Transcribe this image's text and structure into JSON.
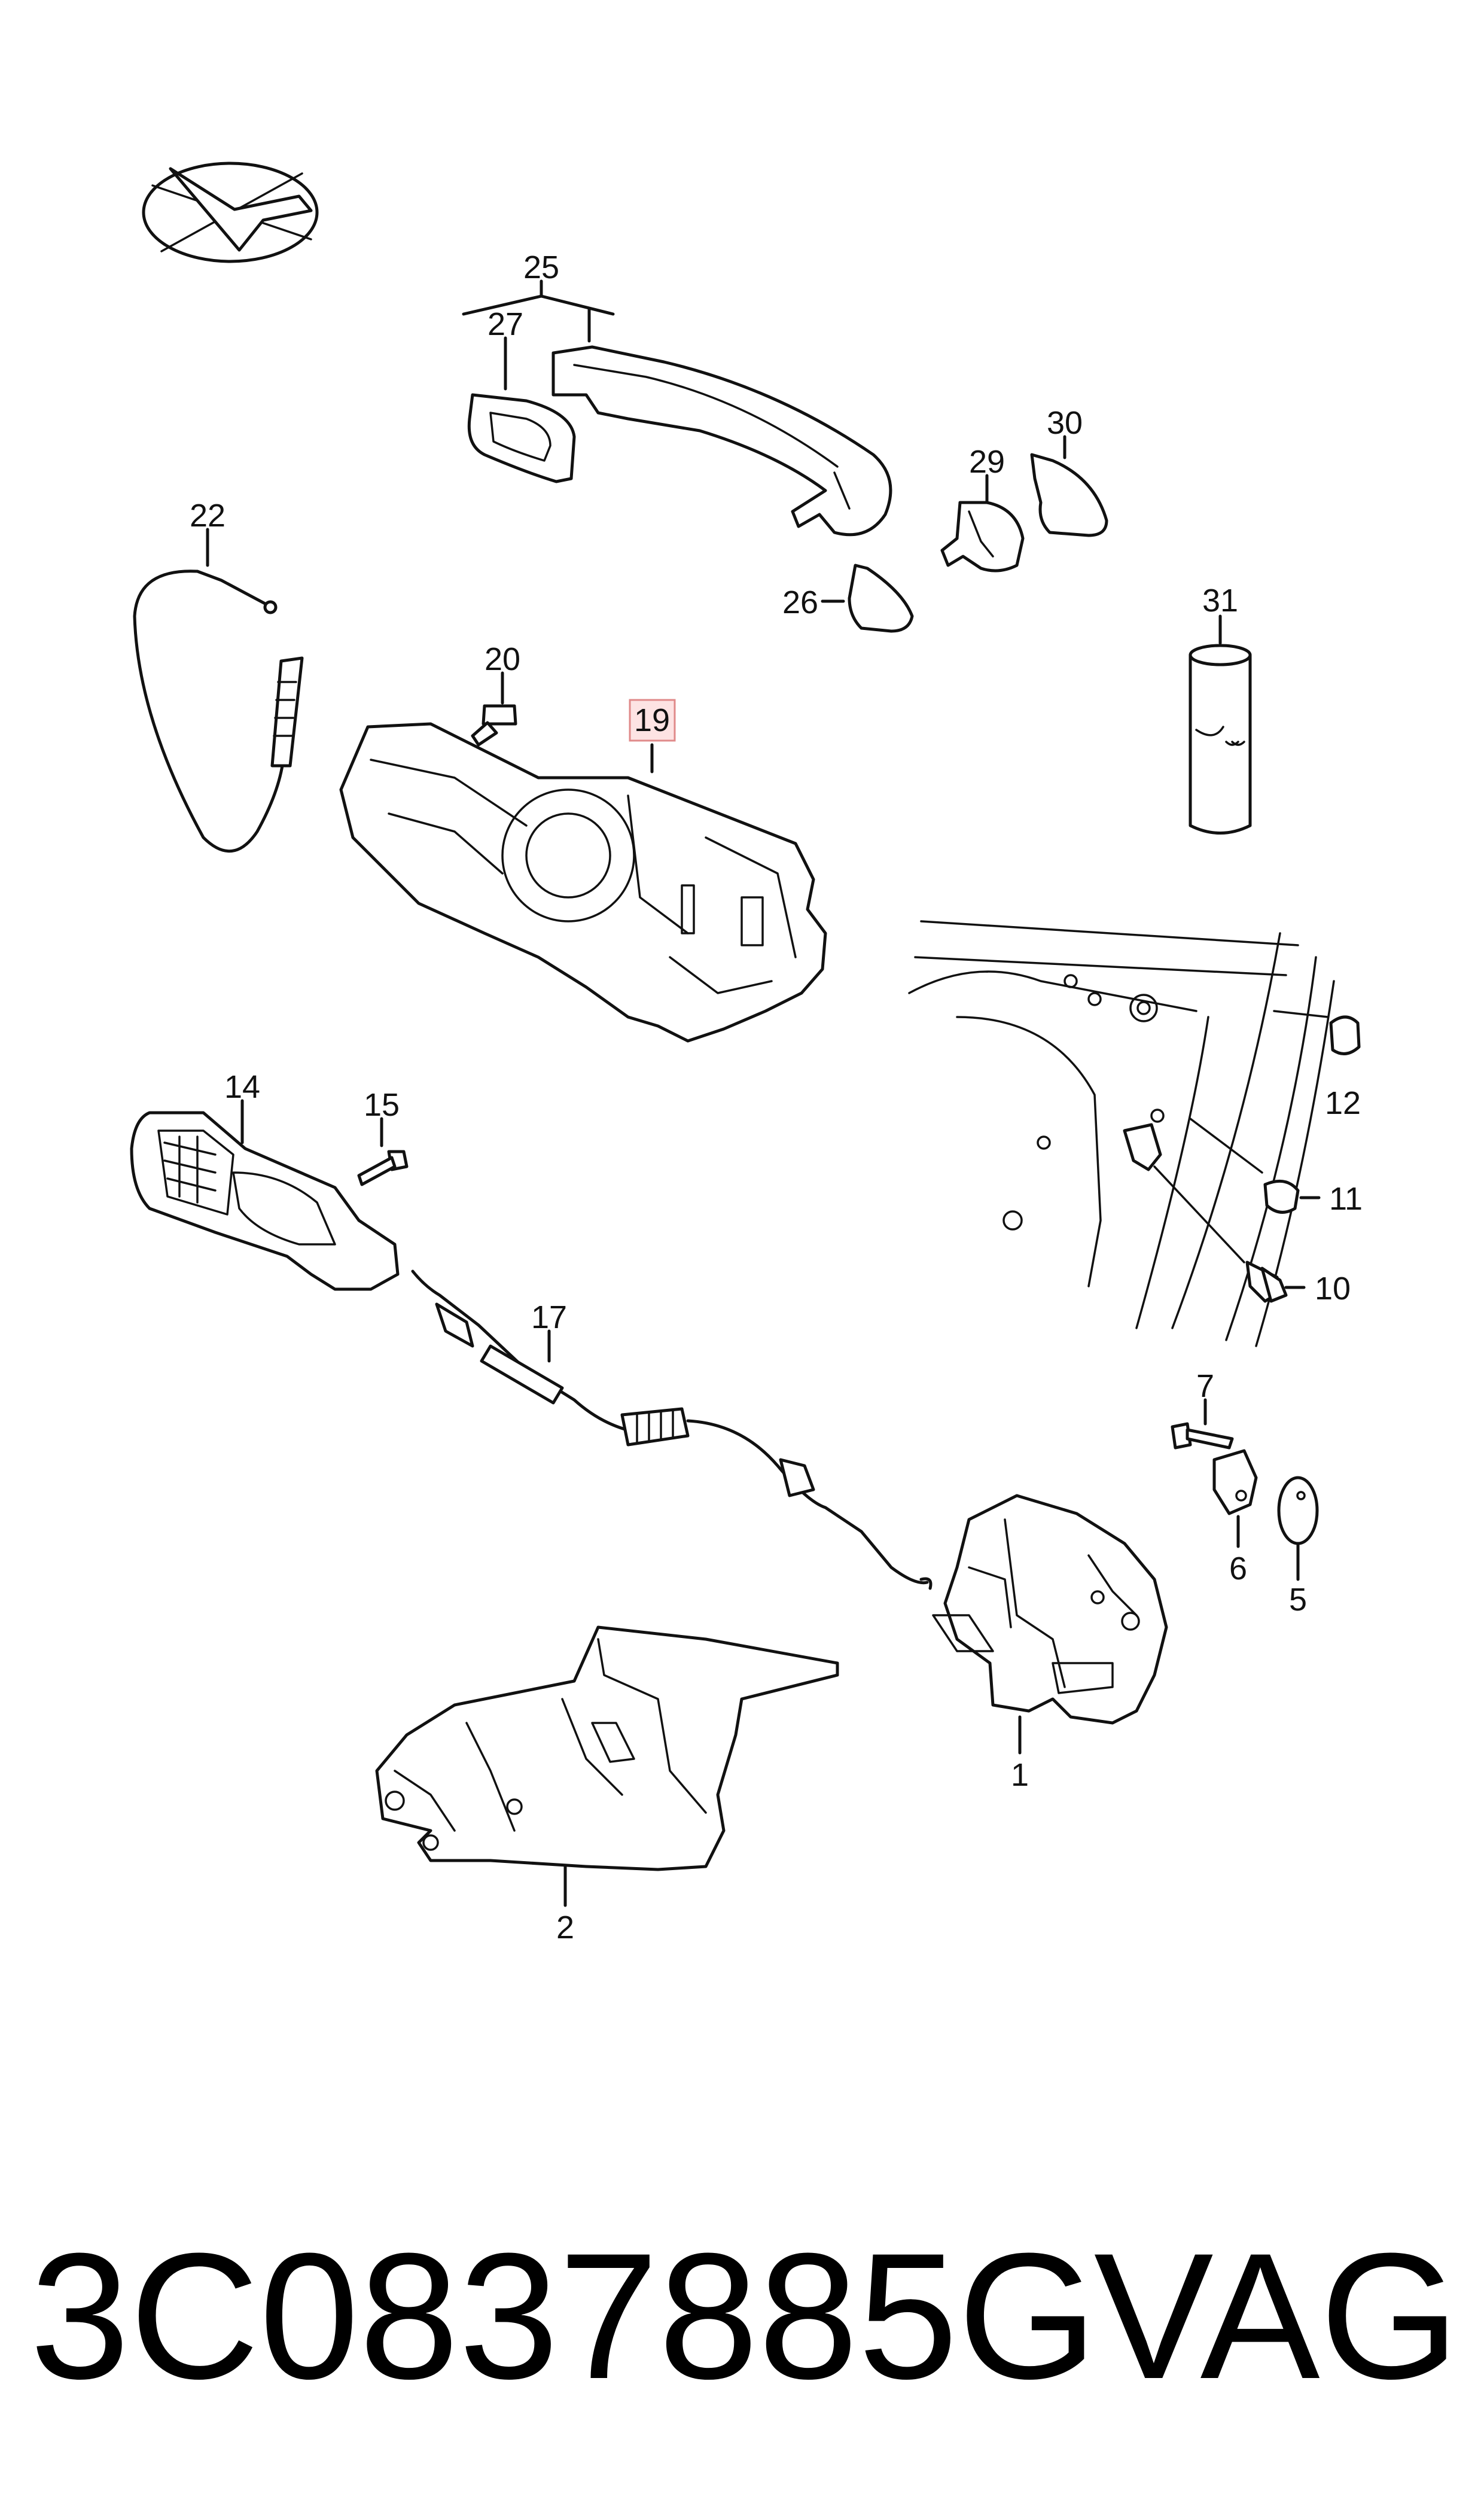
{
  "labels": {
    "l25": "25",
    "l27": "27",
    "l22": "22",
    "l20": "20",
    "l19": "19",
    "l29": "29",
    "l30": "30",
    "l26": "26",
    "l31": "31",
    "l12": "12",
    "l11": "11",
    "l10": "10",
    "l14": "14",
    "l15": "15",
    "l17": "17",
    "l7": "7",
    "l6": "6",
    "l5": "5",
    "l1": "1",
    "l2": "2"
  },
  "footer": {
    "part_number": "3C0837885G",
    "brand": "VAG"
  },
  "colors": {
    "highlight_fill": "#fde3e3",
    "highlight_stroke": "#e08a8a",
    "ink": "#111111"
  }
}
